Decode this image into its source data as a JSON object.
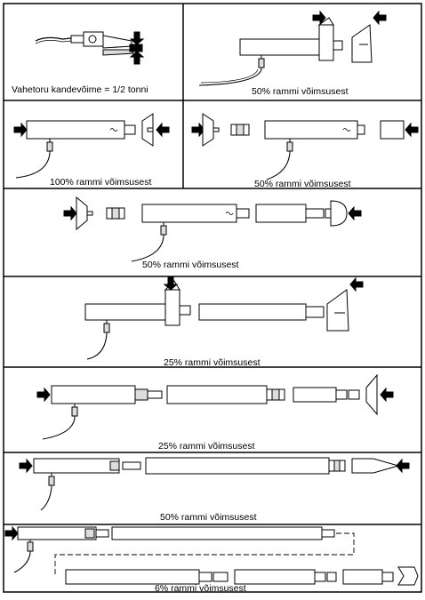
{
  "panels": [
    {
      "id": "p1",
      "caption": "Vahetoru kandevõime = 1/2 tonni"
    },
    {
      "id": "p2",
      "caption": "50% rammi võimsusest"
    },
    {
      "id": "p3",
      "caption": "100% rammi võimsusest"
    },
    {
      "id": "p4",
      "caption": "50% rammi võimsusest"
    },
    {
      "id": "p5",
      "caption": "50% rammi võimsusest"
    },
    {
      "id": "p6",
      "caption": "25% rammi võimsusest"
    },
    {
      "id": "p7",
      "caption": "25% rammi võimsusest"
    },
    {
      "id": "p8",
      "caption": "50% rammi võimsusest"
    },
    {
      "id": "p9",
      "caption": "6% rammi võimsusest"
    }
  ],
  "colors": {
    "stroke": "#000000",
    "fill": "#ffffff",
    "shade": "#d9d9d9",
    "arrow": "#000000"
  }
}
